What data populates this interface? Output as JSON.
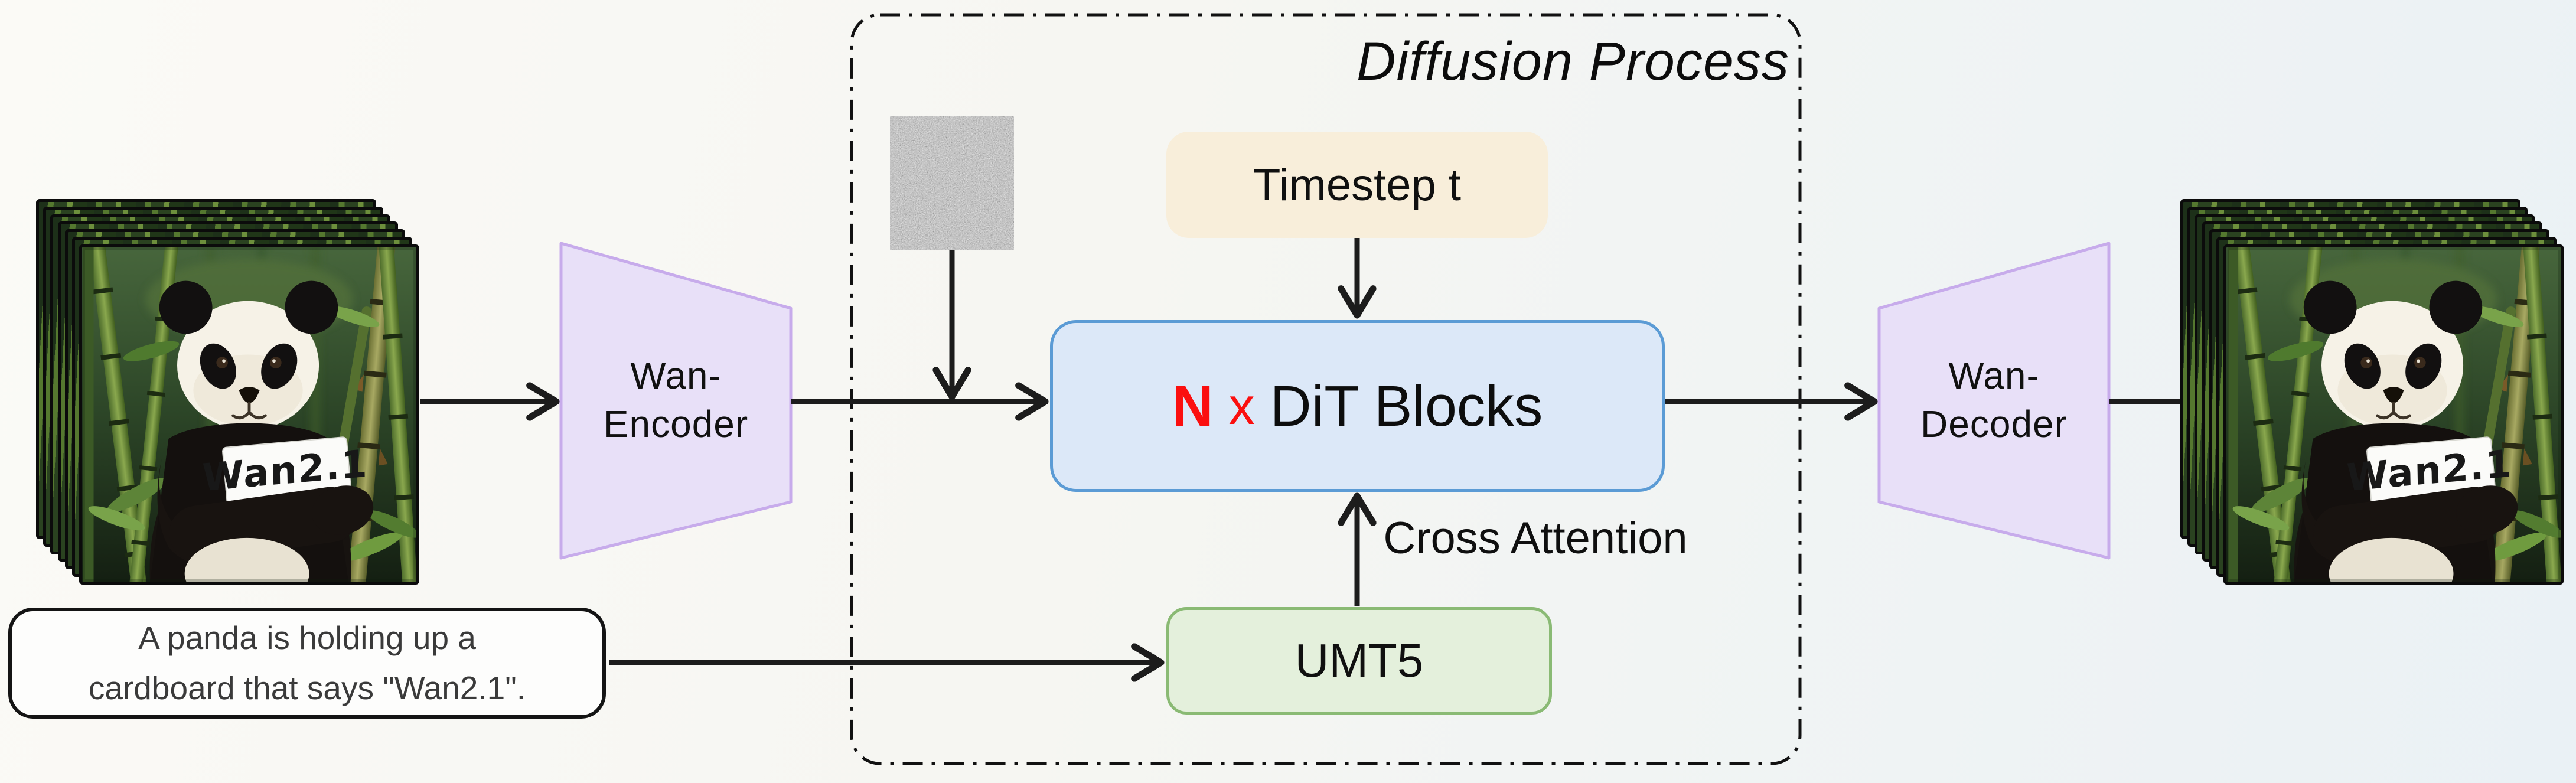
{
  "diagram": {
    "title": "Diffusion Process",
    "prompt": {
      "line1": "A panda is holding up a",
      "line2": "cardboard that says \"Wan2.1\"."
    },
    "encoder": {
      "line1": "Wan-",
      "line2": "Encoder"
    },
    "decoder": {
      "line1": "Wan-",
      "line2": "Decoder"
    },
    "dit_block": {
      "count_label": "N",
      "times_label": "x",
      "label": "DiT Blocks"
    },
    "timestep": {
      "label": "Timestep t"
    },
    "umt5": {
      "label": "UMT5"
    },
    "cross_attention": {
      "label": "Cross Attention"
    },
    "input_video": {
      "card_text": "Wan2.1",
      "frame_count": 7
    },
    "output_video": {
      "card_text": "Wan2.1",
      "frame_count": 7
    },
    "icons": {
      "noise_square": "gaussian-noise-image",
      "frame_stack": "video-frame-stack"
    },
    "colors": {
      "dit_fill": "#dce8f8",
      "dit_border": "#5b9bd5",
      "dit_n_red": "#fb0f0f",
      "timestep_fill": "#f8eeda",
      "umt5_fill": "#e4f0dc",
      "umt5_border": "#8aba74",
      "vae_fill": "#e8e0f8",
      "vae_border": "#c7abeb",
      "arrow": "#1c1c1c",
      "background_left": "#fbfaf6",
      "background_right": "#eaf1f5"
    }
  }
}
